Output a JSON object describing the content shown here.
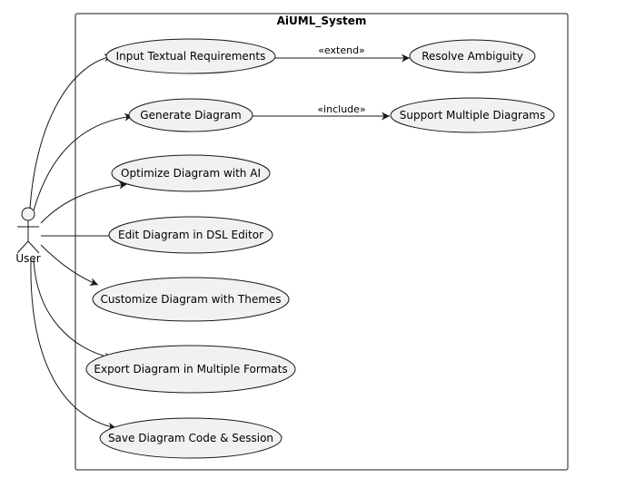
{
  "system": {
    "title": "AiUML_System"
  },
  "actor": {
    "name": "User"
  },
  "use_cases": [
    {
      "id": "input",
      "label": "Input Textual Requirements"
    },
    {
      "id": "resolve",
      "label": "Resolve Ambiguity"
    },
    {
      "id": "generate",
      "label": "Generate Diagram"
    },
    {
      "id": "multiple",
      "label": "Support Multiple Diagrams"
    },
    {
      "id": "optimize",
      "label": "Optimize Diagram with AI"
    },
    {
      "id": "edit",
      "label": "Edit Diagram in DSL Editor"
    },
    {
      "id": "customize",
      "label": "Customize Diagram with Themes"
    },
    {
      "id": "export",
      "label": "Export Diagram in Multiple Formats"
    },
    {
      "id": "save",
      "label": "Save Diagram Code & Session"
    }
  ],
  "relations": [
    {
      "from": "input",
      "to": "resolve",
      "label": "«extend»"
    },
    {
      "from": "generate",
      "to": "multiple",
      "label": "«include»"
    }
  ],
  "colors": {
    "ellipse_fill": "#f1f1f1",
    "line": "#181818",
    "border": "#000000"
  }
}
